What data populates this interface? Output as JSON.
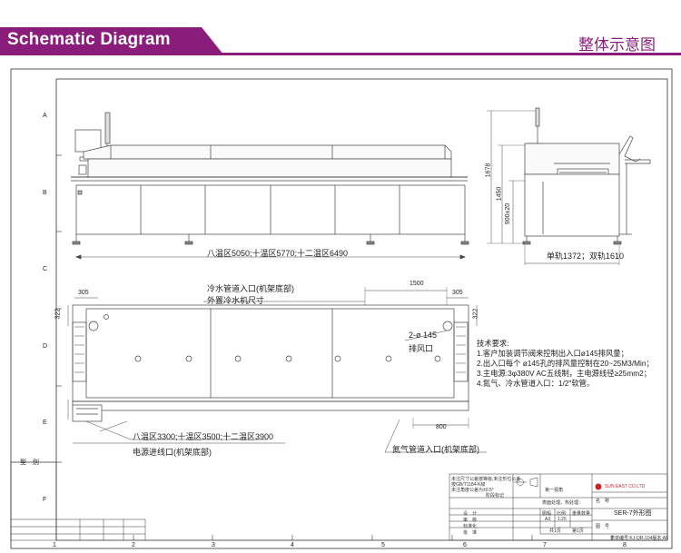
{
  "header": {
    "title_en": "Schematic Diagram",
    "title_cn": "整体示意图",
    "accent_color": "#8a1c7c"
  },
  "grid": {
    "rows": [
      "A",
      "B",
      "C",
      "D",
      "E",
      "F"
    ],
    "cols": [
      "1",
      "2",
      "3",
      "4",
      "5",
      "6",
      "7",
      "8"
    ]
  },
  "front_view": {
    "length_note": "八温区5050;十温区5770;十二温区6490"
  },
  "side_view": {
    "dim_height_total": "1678",
    "dim_height_conveyor": "1450",
    "dim_height_rail": "900±20",
    "rail_note": "单轨1372；双轨1610"
  },
  "top_view": {
    "dim_left": "305",
    "dim_right": "305",
    "dim_1500": "1500",
    "dim_322_top": "322",
    "dim_322_bottom": "322",
    "dim_800": "800",
    "cooling_inlet": "冷水管道入口(机架底部)",
    "chiller_size": "外置冷水机尺寸",
    "exhaust_size": "2-ø 145",
    "exhaust_label": "排风口",
    "length_note": "八温区3300;十温区3500;十二温区3900",
    "power_inlet": "电源进线口(机架底部)",
    "nitrogen_inlet": "氮气管道入口(机架底部)"
  },
  "notes": {
    "title": "技术要求:",
    "items": [
      "1.客户加装调节阀来控制出入口ø145排风量；",
      "2.出入口每个 ø145孔的排风量控制在20~25M3/Min；",
      "3.主电源:3φ380V AC五线制，主电源线径≥25mm2；",
      "4.氮气、冷水管道入口：1/2\"软管。"
    ]
  },
  "title_block": {
    "left_label": "型　别",
    "stage": "阶段标记",
    "finish": "表面处理，热处理：",
    "drawing_no_label": "图　号",
    "name_label": "名　称",
    "drawing_name": "SER-7外形图",
    "company": "SUN EAST CO.LTD",
    "rows": [
      "设　计",
      "审　核",
      "标准化",
      "批　准"
    ],
    "cols": [
      "图幅",
      "比例",
      "重量",
      "数量"
    ],
    "format": "A3",
    "scale": "1:25",
    "sheets_total": "共1页",
    "sheet_no": "第1页",
    "angle": "第一视角",
    "bottom_note": "表单编号:KJ-QR-104版本:A0",
    "tiny_notes": [
      "未注尺寸公差按等级,未注形位公差",
      "按GB/T1184-K级",
      "未注角度公差为±0.5°"
    ]
  }
}
